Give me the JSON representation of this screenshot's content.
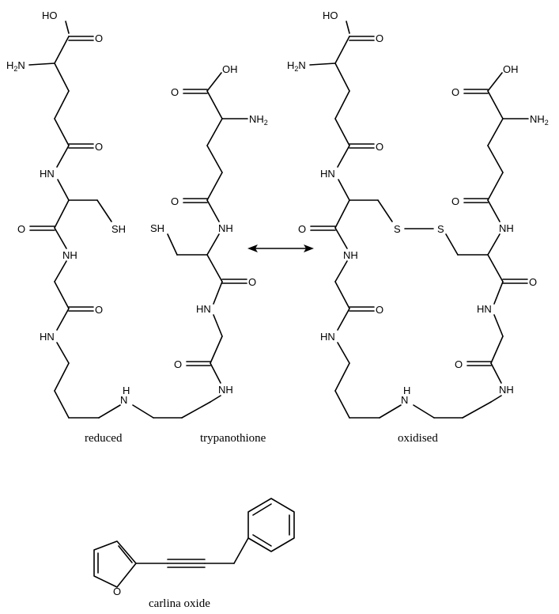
{
  "captions": {
    "reduced": "reduced",
    "trypanothione": "trypanothione",
    "oxidised": "oxidised",
    "carlina_oxide": "carlina oxide"
  },
  "atoms": {
    "oh": "OH",
    "ho": "HO",
    "o": "O",
    "nh": "NH",
    "hn": "HN",
    "n": "N",
    "h": "H",
    "sh": "SH",
    "s": "S"
  }
}
